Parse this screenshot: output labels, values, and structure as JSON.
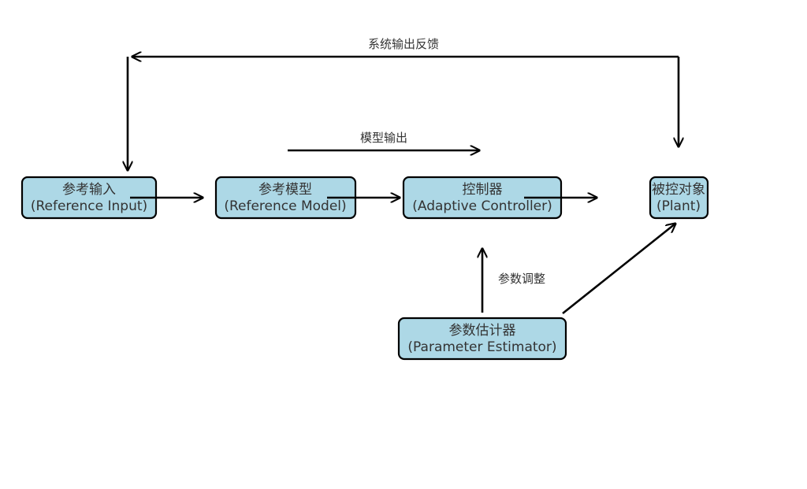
{
  "colors": {
    "node_fill": "#add8e6",
    "node_border": "#000000",
    "text": "#333333",
    "arrow": "#000000",
    "background": "#ffffff"
  },
  "nodes": {
    "reference_input": {
      "title": "参考输入",
      "subtitle": "(Reference Input)"
    },
    "reference_model": {
      "title": "参考模型",
      "subtitle": "(Reference Model)"
    },
    "adaptive_controller": {
      "title": "控制器",
      "subtitle": "(Adaptive Controller)"
    },
    "plant": {
      "title": "被控对象",
      "subtitle": "(Plant)"
    },
    "parameter_estimator": {
      "title": "参数估计器",
      "subtitle": "(Parameter Estimator)"
    }
  },
  "edge_labels": {
    "feedback": "系统输出反馈",
    "model_output": "模型输出",
    "parameter_adjust": "参数调整"
  }
}
